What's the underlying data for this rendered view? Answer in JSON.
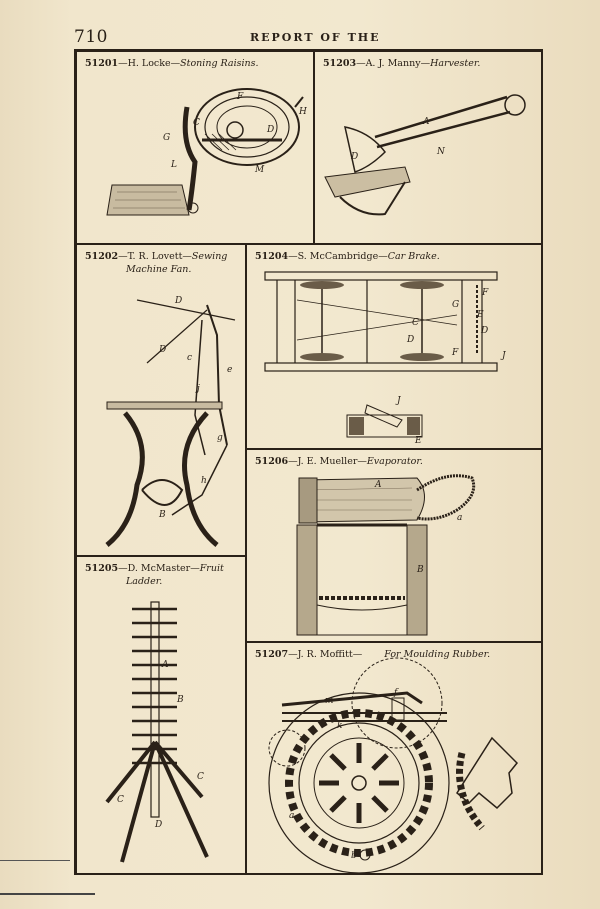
{
  "header": {
    "page_number": "710",
    "title": "REPORT OF THE"
  },
  "figures": [
    {
      "number": "51201",
      "inventor": "H. Locke",
      "title": "Stoning Raisins."
    },
    {
      "number": "51203",
      "inventor": "A. J. Manny",
      "title": "Harvester."
    },
    {
      "number": "51202",
      "inventor": "T. R. Lovett",
      "title": "Sewing",
      "title2": "Machine Fan."
    },
    {
      "number": "51204",
      "inventor": "S. McCambridge",
      "title": "Car Brake."
    },
    {
      "number": "51206",
      "inventor": "J. E. Mueller",
      "title": "Evaporator."
    },
    {
      "number": "51205",
      "inventor": "D. McMaster",
      "title": "Fruit",
      "title2": "Ladder."
    },
    {
      "number": "51207",
      "inventor": "J. R. Moffitt",
      "title": "For Moulding Rubber."
    }
  ],
  "labels": {
    "f1": [
      "H",
      "F",
      "C",
      "D",
      "G",
      "L",
      "M"
    ],
    "f2": [
      "A",
      "N",
      "D"
    ],
    "f3": [
      "D",
      "D",
      "e",
      "j",
      "c",
      "g",
      "h",
      "B"
    ],
    "f4": [
      "G",
      "F",
      "E",
      "D",
      "C",
      "D",
      "F",
      "J",
      "J",
      "E"
    ],
    "f5": [
      "A",
      "a",
      "B"
    ],
    "f6": [
      "A",
      "B",
      "C",
      "C",
      "D"
    ],
    "f7": [
      "m",
      "f",
      "k",
      "a",
      "b"
    ]
  }
}
